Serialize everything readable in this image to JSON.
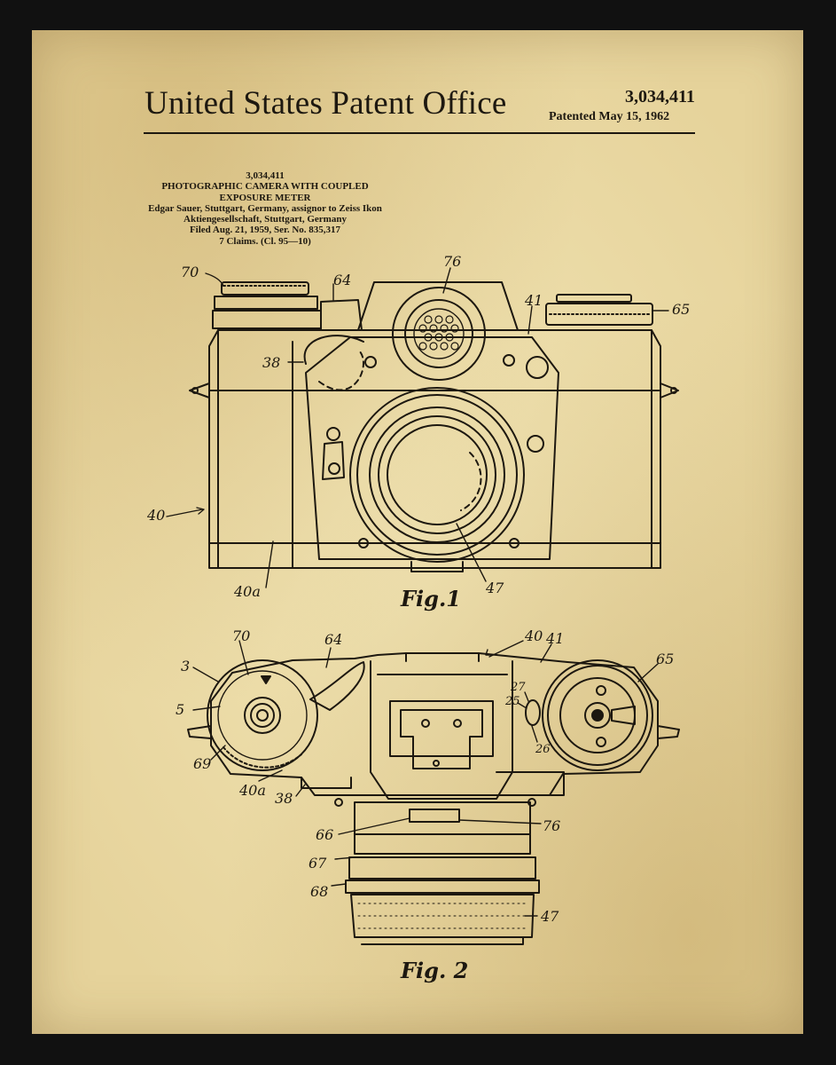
{
  "header": {
    "office": "United States Patent Office",
    "patent_number": "3,034,411",
    "patented": "Patented May 15, 1962"
  },
  "abstract": {
    "number": "3,034,411",
    "title_line1": "PHOTOGRAPHIC CAMERA WITH COUPLED",
    "title_line2": "EXPOSURE METER",
    "inventor": "Edgar Sauer, Stuttgart, Germany, assignor to Zeiss Ikon",
    "assignee": "Aktiengesellschaft, Stuttgart, Germany",
    "filed": "Filed Aug. 21, 1959, Ser. No. 835,317",
    "claims": "7 Claims.  (Cl. 95—10)"
  },
  "figures": {
    "fig1": {
      "caption": "Fig.1",
      "labels": {
        "l70": "70",
        "l64": "64",
        "l76": "76",
        "l41": "41",
        "l65": "65",
        "l38": "38",
        "l40": "40",
        "l40a": "40a",
        "l47": "47"
      }
    },
    "fig2": {
      "caption": "Fig. 2",
      "labels": {
        "l70": "70",
        "l64": "64",
        "l40": "40",
        "l41": "41",
        "l65": "65",
        "l3": "3",
        "l5": "5",
        "l69": "69",
        "l40a": "40a",
        "l38": "38",
        "l27": "27",
        "l25": "25",
        "l26": "26",
        "l66": "66",
        "l76": "76",
        "l67": "67",
        "l68": "68",
        "l47": "47"
      }
    }
  },
  "colors": {
    "paper": "#ecdca6",
    "ink": "#1d1810",
    "frame": "#111111"
  }
}
